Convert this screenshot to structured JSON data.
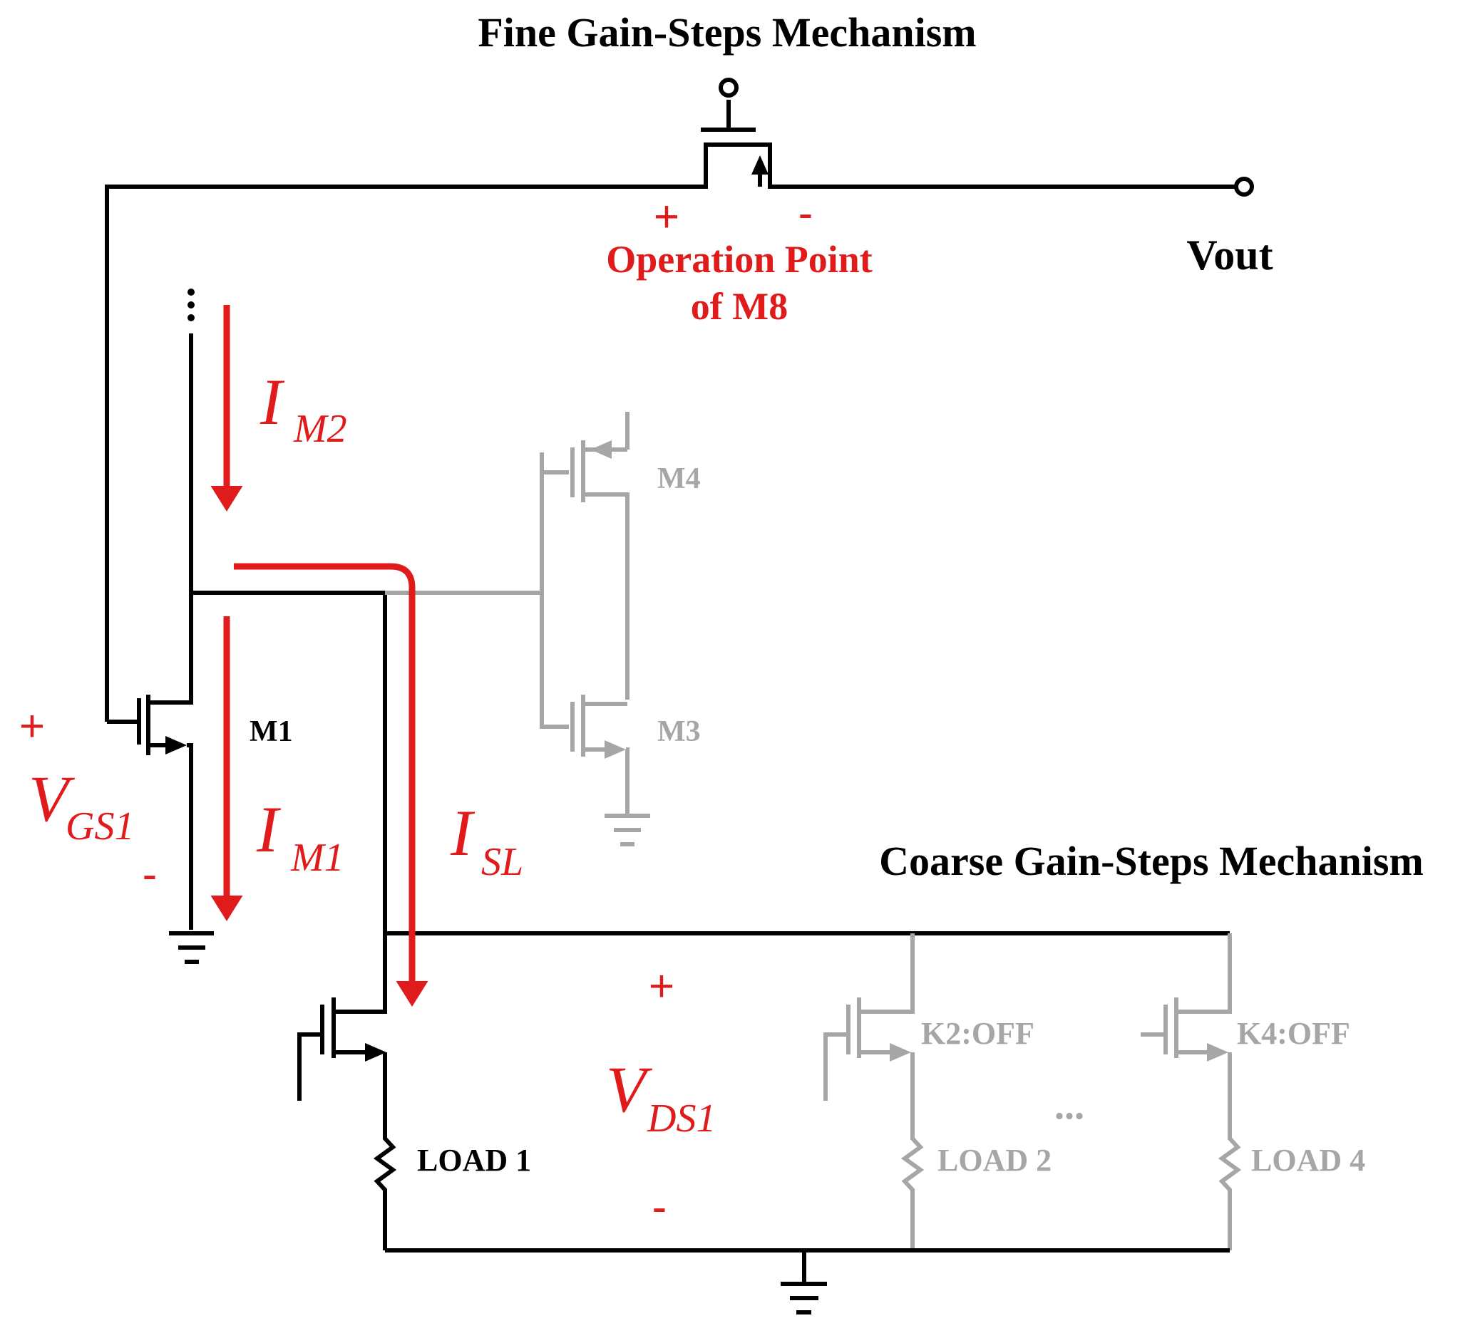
{
  "title_fine": "Fine Gain-Steps Mechanism",
  "title_coarse": "Coarse Gain-Steps Mechanism",
  "vout": "Vout",
  "op_point": {
    "plus": "+",
    "minus": "-",
    "line1": "Operation Point",
    "line2": "of M8"
  },
  "labels": {
    "m1": "M1",
    "m3": "M3",
    "m4": "M4",
    "k2": "K2:OFF",
    "k4": "K4:OFF",
    "load1": "LOAD 1",
    "load2": "LOAD 2",
    "load4": "LOAD 4",
    "ellipsis": "..."
  },
  "currents": {
    "im2": {
      "main": "I",
      "sub": "M2"
    },
    "im1": {
      "main": "I",
      "sub": "M1"
    },
    "isl": {
      "main": "I",
      "sub": "SL"
    }
  },
  "voltages": {
    "vgs1": {
      "main": "V",
      "sub": "GS1",
      "plus": "+",
      "minus": "-"
    },
    "vds1": {
      "main": "V",
      "sub": "DS1",
      "plus": "+",
      "minus": "-"
    }
  },
  "colors": {
    "annotation": "#e01b1b",
    "inactive": "#a6a6a6",
    "wire": "#000000"
  }
}
